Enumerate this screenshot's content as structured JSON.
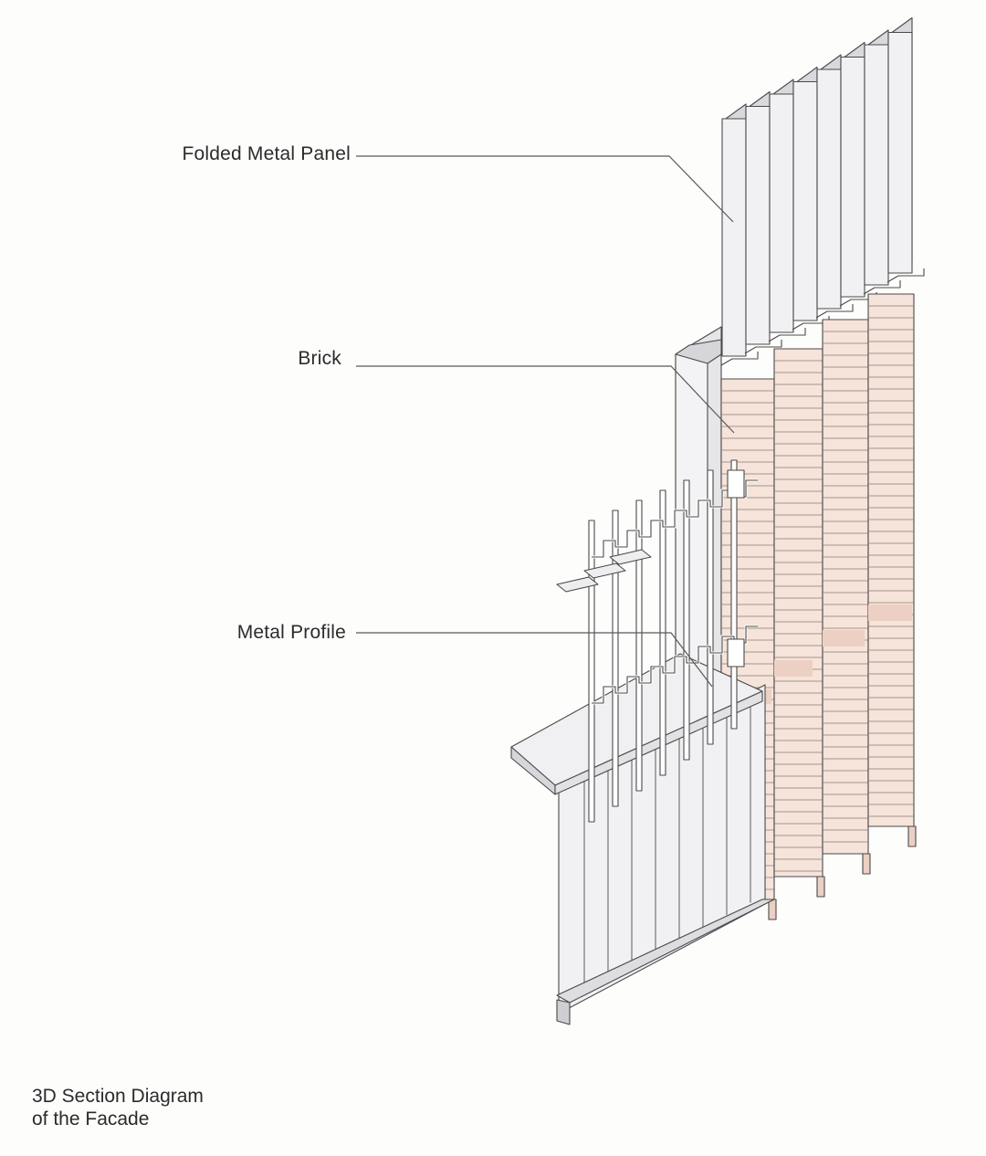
{
  "labels": {
    "folded_metal_panel": "Folded Metal Panel",
    "brick": "Brick",
    "metal_profile": "Metal Profile"
  },
  "caption": {
    "line1": "3D Section Diagram",
    "line2": "of the Facade"
  },
  "colors": {
    "background": "#fdfdfc",
    "metal_panel": "#f1f0f2",
    "metal_panel_shade": "#d9d8dc",
    "brick": "#f6e3da",
    "brick_shade": "#ecd0c3",
    "outline": "#4a4a4a",
    "leader_line": "#5a5a5a"
  }
}
